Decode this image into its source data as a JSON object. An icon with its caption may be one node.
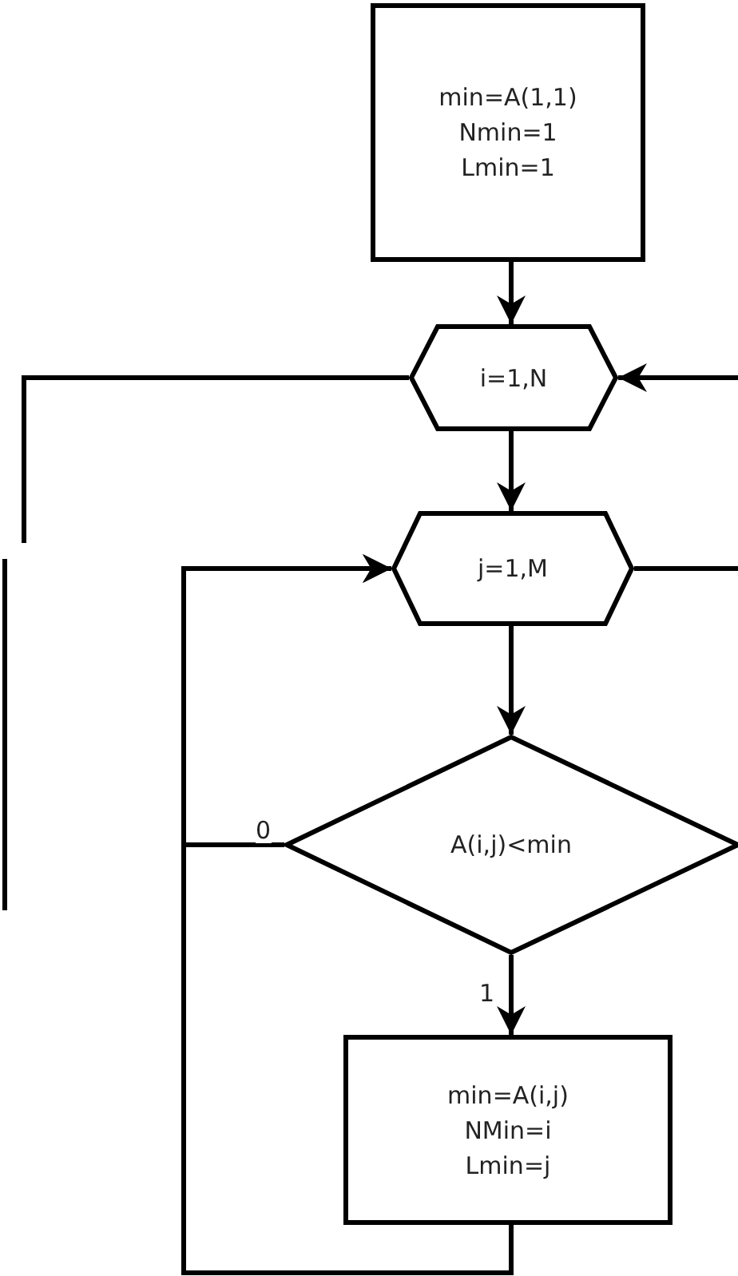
{
  "diagram": {
    "nodes": [
      {
        "text": [
          "min=A(1,1) Nmin=1 Lmin=1"
        ]
      },
      {
        "text": [
          "i=1,N"
        ]
      },
      {
        "text": [
          "j=1,M"
        ]
      },
      {
        "text": [
          "A(i,j)<min"
        ]
      },
      {
        "text": [
          "min=A(i,j) NMin=i Lmin=j"
        ]
      }
    ],
    "edges": [
      {
        "from": 0,
        "to": 1,
        "arrow": "to"
      },
      {
        "from": 1,
        "to": 2,
        "arrow": "to"
      },
      {
        "from": 2,
        "to": 3,
        "arrow": "to"
      },
      {
        "from": 3,
        "to": 4,
        "arrow": "to",
        "label": "1"
      },
      {
        "from": 3,
        "to": 2,
        "arrow": "to",
        "label": "0"
      },
      {
        "from": 4,
        "to": 2,
        "arrow": "to"
      },
      {
        "from": null,
        "to": 1,
        "arrow": "to"
      },
      {
        "from": 2,
        "to": null,
        "arrow": "none"
      },
      {
        "from": 1,
        "to": null,
        "arrow": "none"
      }
    ]
  }
}
